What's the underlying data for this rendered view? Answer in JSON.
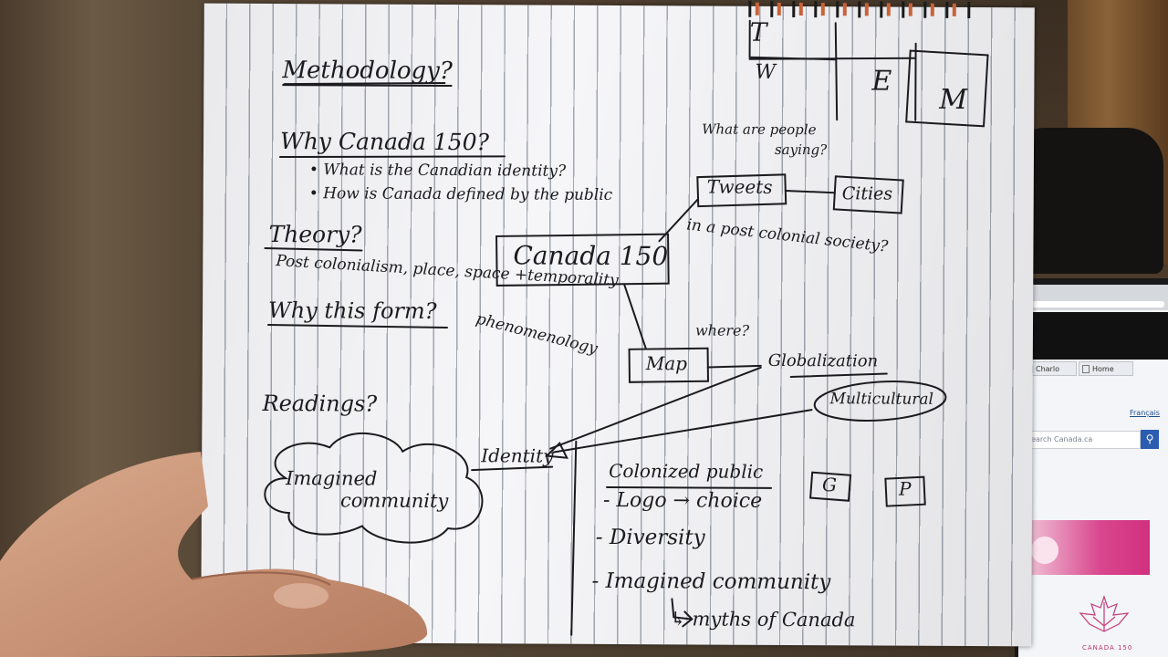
{
  "notebook": {
    "header": {
      "t": "T",
      "w": "W",
      "e": "E",
      "m": "M"
    },
    "methodology": "Methodology?",
    "why_canada": "Why Canada 150?",
    "bullets": [
      "What is the Canadian identity?",
      "How is Canada defined by the public"
    ],
    "bullet_continuation": "in a post colonial society?",
    "theory": "Theory?",
    "theory_line": "Post colonialism, place, space +temporality",
    "phenomenology": "phenomenology",
    "why_form": "Why this form?",
    "readings": "Readings?",
    "cloud_text": [
      "Imagined",
      "community"
    ],
    "center_box": "Canada 150",
    "tweets": "Tweets",
    "cities": "Cities",
    "people_saying": [
      "What are people",
      "saying?"
    ],
    "map": "Map",
    "where": "where?",
    "globalization": "Globalization",
    "multicultural": "Multicultural",
    "identity": "Identity",
    "colonized_public": "Colonized public",
    "list": [
      "- Logo → choice",
      "- Diversity",
      "- Imagined community"
    ],
    "myths": "↳ myths of Canada",
    "g_box": "G",
    "p_box": "P"
  },
  "screen": {
    "tab1": "Charlo",
    "tab2": "Home",
    "francais": "Français",
    "search_placeholder": "Search Canada.ca",
    "logo_text": "CANADA 150"
  },
  "colors": {
    "ink": "#1b1b1f",
    "paper": "#f6f6f8",
    "screen_accent": "#d9468e",
    "search_button": "#2a5db0"
  }
}
